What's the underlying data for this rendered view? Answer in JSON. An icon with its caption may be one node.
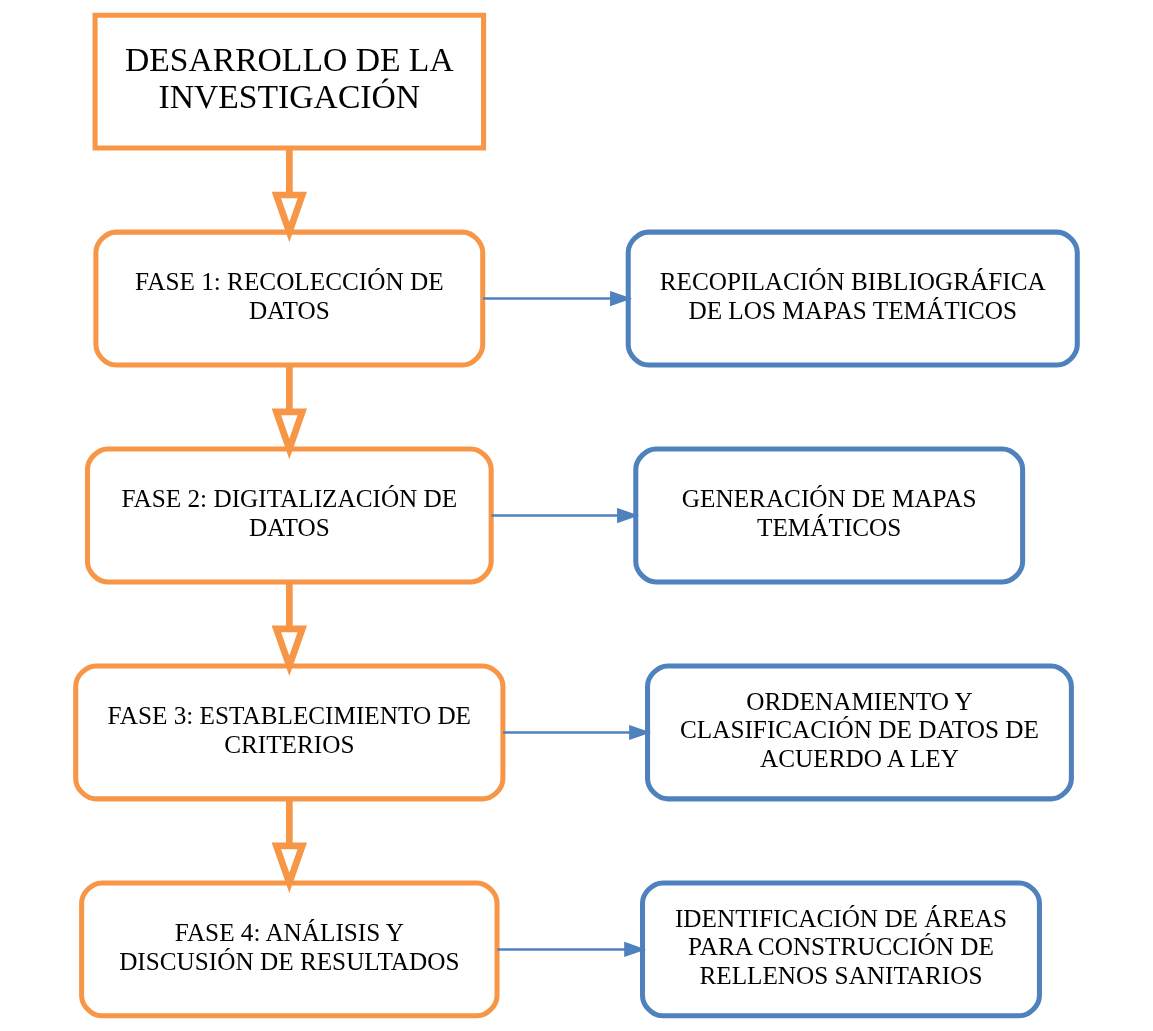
{
  "diagram": {
    "nodes": [
      {
        "text": [
          "DESARROLLO DE LA INVESTIGACIÓN"
        ]
      },
      {
        "text": [
          "FASE 1: RECOLECCIÓN DE DATOS"
        ]
      },
      {
        "text": [
          "RECOPILACIÓN BIBLIOGRÁFICA DE LOS MAPAS TEMÁTICOS"
        ]
      },
      {
        "text": [
          "FASE 2: DIGITALIZACIÓN DE DATOS"
        ]
      },
      {
        "text": [
          "GENERACIÓN DE MAPAS TEMÁTICOS"
        ]
      },
      {
        "text": [
          "FASE 3: ESTABLECIMIENTO DE CRITERIOS"
        ]
      },
      {
        "text": [
          "ORDENAMIENTO Y CLASIFICACIÓN DE DATOS DE ACUERDO A LEY"
        ]
      },
      {
        "text": [
          "FASE 4: ANÁLISIS Y DISCUSIÓN DE RESULTADOS"
        ]
      },
      {
        "text": [
          "IDENTIFICACIÓN DE ÁREAS PARA CONSTRUCCIÓN DE RELLENOS SANITARIOS"
        ]
      }
    ],
    "edges": [
      {
        "from": 0,
        "to": 1,
        "arrow": "to",
        "style": "thick",
        "color": "#f79646"
      },
      {
        "from": 1,
        "to": 2,
        "arrow": "to",
        "color": "#4f81bd"
      },
      {
        "from": 1,
        "to": 3,
        "arrow": "to",
        "style": "thick",
        "color": "#f79646"
      },
      {
        "from": 3,
        "to": 4,
        "arrow": "to",
        "color": "#4f81bd"
      },
      {
        "from": 3,
        "to": 5,
        "arrow": "to",
        "style": "thick",
        "color": "#f79646"
      },
      {
        "from": 5,
        "to": 6,
        "arrow": "to",
        "color": "#4f81bd"
      },
      {
        "from": 5,
        "to": 7,
        "arrow": "to",
        "style": "thick",
        "color": "#f79646"
      },
      {
        "from": 7,
        "to": 8,
        "arrow": "to",
        "color": "#4f81bd"
      }
    ]
  }
}
